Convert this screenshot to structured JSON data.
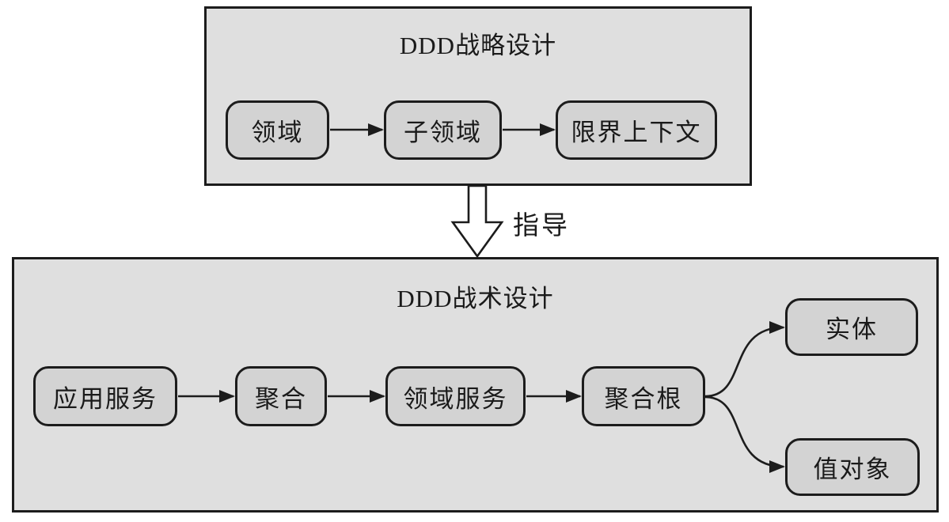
{
  "diagram": {
    "strategic": {
      "title": "DDD战略设计",
      "nodes": [
        {
          "id": "domain",
          "label": "领域"
        },
        {
          "id": "subdomain",
          "label": "子领域"
        },
        {
          "id": "bounded-context",
          "label": "限界上下文"
        }
      ]
    },
    "guide_arrow": {
      "label": "指导",
      "direction": "down",
      "style": "hollow-outline-arrow"
    },
    "tactical": {
      "title": "DDD战术设计",
      "nodes": [
        {
          "id": "application-service",
          "label": "应用服务"
        },
        {
          "id": "aggregate",
          "label": "聚合"
        },
        {
          "id": "domain-service",
          "label": "领域服务"
        },
        {
          "id": "aggregate-root",
          "label": "聚合根"
        },
        {
          "id": "entity",
          "label": "实体"
        },
        {
          "id": "value-object",
          "label": "值对象"
        }
      ],
      "flows": [
        "应用服务→聚合",
        "聚合→领域服务",
        "领域服务→聚合根",
        "聚合根→实体",
        "聚合根→值对象"
      ]
    },
    "colors": {
      "panel_fill": "#dfdfdf",
      "node_fill": "#d3d3d3",
      "border": "#1c1c1c",
      "text": "#1a1a1a",
      "page_background": "#ffffff"
    }
  }
}
